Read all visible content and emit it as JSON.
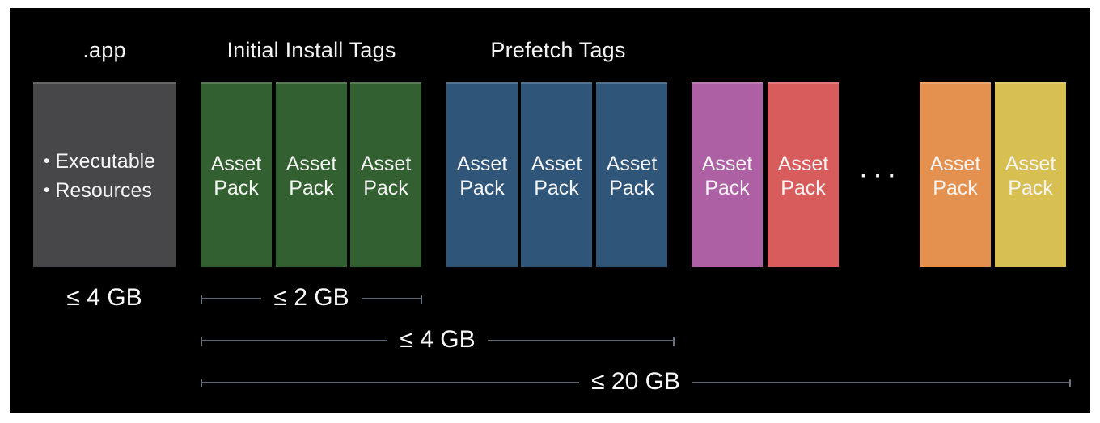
{
  "headers": {
    "app": ".app",
    "initial_install": "Initial Install Tags",
    "prefetch": "Prefetch Tags"
  },
  "app_bundle": {
    "color": "#474749",
    "bullet": "•",
    "items": [
      {
        "label": "Executable"
      },
      {
        "label": "Resources"
      }
    ]
  },
  "asset_packs": [
    {
      "label": "Asset Pack",
      "color": "#336030"
    },
    {
      "label": "Asset Pack",
      "color": "#336030"
    },
    {
      "label": "Asset Pack",
      "color": "#336030"
    },
    {
      "label": "Asset Pack",
      "color": "#2f5579"
    },
    {
      "label": "Asset Pack",
      "color": "#2f5579"
    },
    {
      "label": "Asset Pack",
      "color": "#2f5579"
    },
    {
      "label": "Asset Pack",
      "color": "#ad60a4"
    },
    {
      "label": "Asset Pack",
      "color": "#d95c5c"
    },
    {
      "label": "Asset Pack",
      "color": "#e4914f"
    },
    {
      "label": "Asset Pack",
      "color": "#d8bf52"
    }
  ],
  "ellipsis": "···",
  "size_limits": {
    "app": "≤ 4 GB",
    "initial_install": "≤ 2 GB",
    "initial_and_prefetch": "≤ 4 GB",
    "all_asset_packs": "≤ 20 GB"
  },
  "colors": {
    "background": "#000000",
    "frame": "#ffffff",
    "bracket_line": "#5d6470",
    "text": "#f4f4f4"
  }
}
